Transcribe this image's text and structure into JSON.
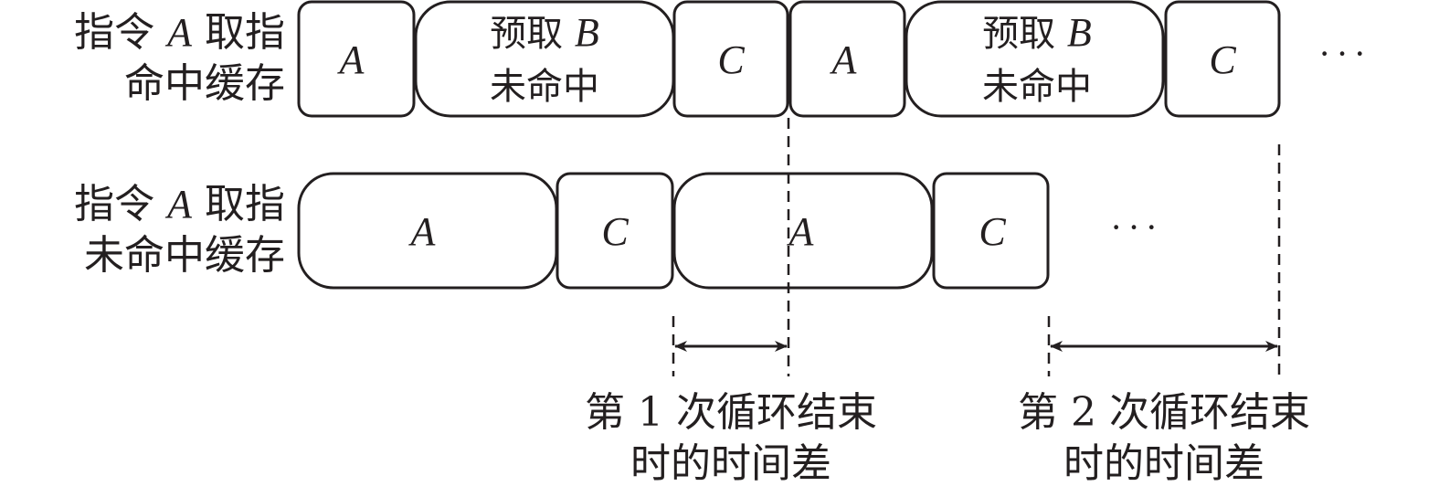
{
  "rows": [
    {
      "label_line1_pre": "指令 ",
      "label_line1_var": "A",
      "label_line1_post": " 取指",
      "label_line2": "命中缓存",
      "blocks": [
        {
          "kind": "A",
          "text": "A"
        },
        {
          "kind": "B",
          "line1_pre": "预取 ",
          "line1_var": "B",
          "line2": "未命中"
        },
        {
          "kind": "C",
          "text": "C"
        },
        {
          "kind": "A",
          "text": "A"
        },
        {
          "kind": "B",
          "line1_pre": "预取 ",
          "line1_var": "B",
          "line2": "未命中"
        },
        {
          "kind": "C",
          "text": "C"
        }
      ],
      "ellipsis": "···"
    },
    {
      "label_line1_pre": "指令 ",
      "label_line1_var": "A",
      "label_line1_post": " 取指",
      "label_line2": "未命中缓存",
      "blocks": [
        {
          "kind": "A",
          "text": "A"
        },
        {
          "kind": "C",
          "text": "C"
        },
        {
          "kind": "A",
          "text": "A"
        },
        {
          "kind": "C",
          "text": "C"
        }
      ],
      "ellipsis": "···"
    }
  ],
  "annotations": [
    {
      "line1": "第 1 次循环结束",
      "line2": "时的时间差"
    },
    {
      "line1": "第 2 次循环结束",
      "line2": "时的时间差"
    }
  ],
  "colors": {
    "stroke": "#231f20",
    "background": "#ffffff"
  }
}
